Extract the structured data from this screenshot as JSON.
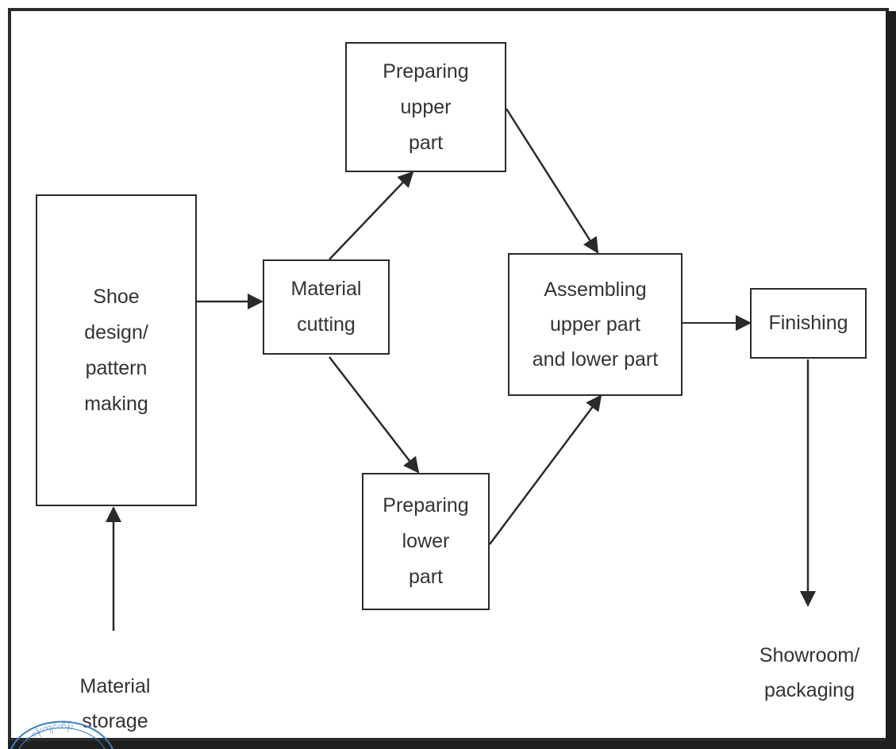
{
  "nodes": {
    "shoe_design": "Shoe\ndesign/\npattern\nmaking",
    "material_cutting": "Material\ncutting",
    "preparing_upper": "Preparing\nupper\npart",
    "preparing_lower": "Preparing\nlower\npart",
    "assembling": "Assembling\nupper part\nand lower part",
    "finishing": "Finishing",
    "material_storage": "Material\nstorage",
    "showroom": "Showroom/\npackaging"
  },
  "stamp_text": "ဂ ဝန်းကျင်ထိန်း",
  "colors": {
    "line": "#2a2a2a",
    "stamp": "#3b7fc4",
    "frame": "#1f1f1f"
  }
}
